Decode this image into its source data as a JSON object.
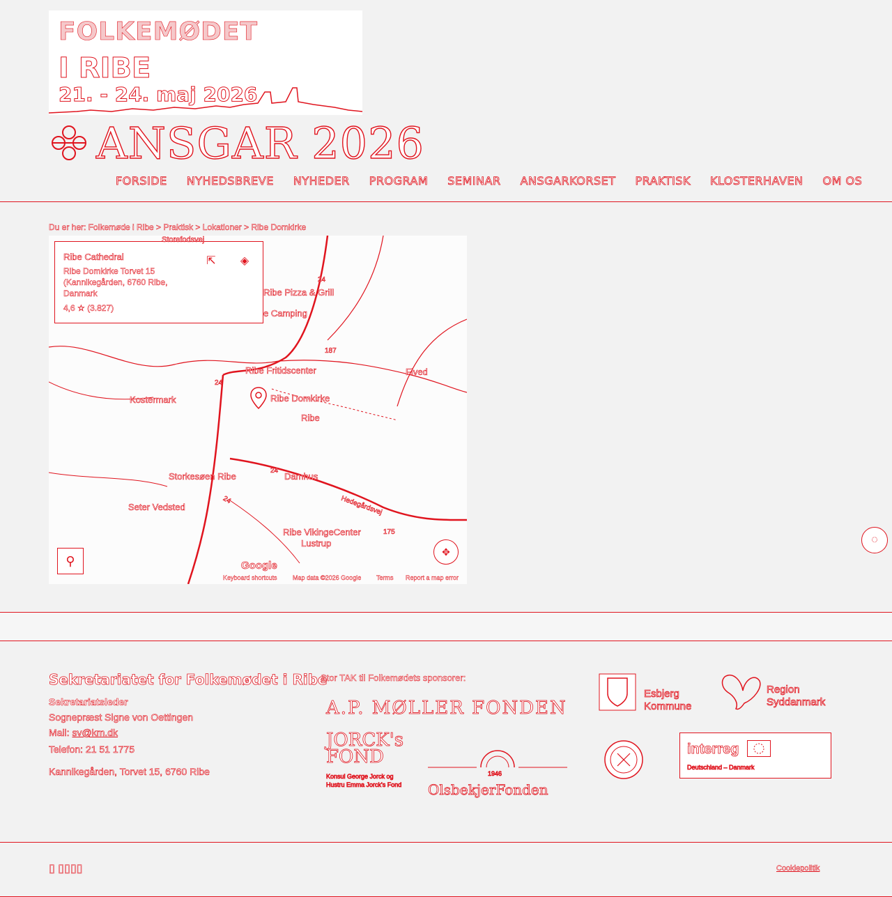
{
  "header": {
    "logo_line1": "FOLKEMØDET",
    "logo_line2": "I RIBE",
    "logo_line3": "21. - 24. maj 2026",
    "ansgar_title": "ANSGAR 2026"
  },
  "nav": [
    "FORSIDE",
    "NYHEDSBREVE",
    "NYHEDER",
    "PROGRAM",
    "SEMINAR",
    "ANSGARKORSET",
    "PRAKTISK",
    "KLOSTERHAVEN",
    "OM OS"
  ],
  "breadcrumb": "Du er her: Folkemøde i Ribe > Praktisk > Lokationer > Ribe Domkirke",
  "map": {
    "card": {
      "title": "Ribe Cathedral",
      "address": "Ribe Domkirke Torvet 15 (Kannikegården, 6760 Ribe, Danmark",
      "rating": "4,6 ☆ (3.827)"
    },
    "labels": {
      "storefoot": "Storefodsvej",
      "pizza": "Ribe Pizza & Grill",
      "camping": "e Camping",
      "fritid": "Ribe Fritidscenter",
      "fived": "Fived",
      "kostermark": "Kostermark",
      "domkirke": "Ribe Domkirke",
      "ribe": "Ribe",
      "storkesoen": "Storkesøen Ribe",
      "damhus": "Damhus",
      "solvedtad": "Seter Vedsted",
      "viking": "Ribe VikingeCenter",
      "lustrup": "Lustrup",
      "hedegaard": "Hedegårdsvej",
      "roadA": "24",
      "roadB": "24",
      "roadC": "24",
      "roadD": "175",
      "roadE": "187",
      "roadF": "24"
    },
    "google": "Google",
    "attributions": [
      "Keyboard shortcuts",
      "Map data ©2026 Google",
      "Terms",
      "Report a map error"
    ]
  },
  "footer": {
    "title": "Sekretariatet for Folkemødet i Ribe",
    "role": "Sekretariatsleder",
    "name": "Sognepræst Signe von Oettingen",
    "mail_label": "Mail: ",
    "mail": "sv@km.dk",
    "phone": "Telefon: 21 51 1775",
    "address": "Kannikegården, Torvet 15, 6760 Ribe",
    "sponsor_heading": "Stor TAK til Folkemødets sponsorer:",
    "sponsors": {
      "apmoller": "A.P. MØLLER FONDEN",
      "jorck1": "JORCK's",
      "jorck2": "FOND",
      "jorck_sub1": "Konsul George Jorck og",
      "jorck_sub2": "Hustru Emma Jorck's Fond",
      "obel_year": "1946",
      "obel": "OlsbekjerFonden",
      "esbjerg1": "Esbjerg",
      "esbjerg2": "Kommune",
      "region1": "Region",
      "region2": "Syddanmark",
      "interreg": "interreg",
      "interreg_sub": "Deutschland – Danmark"
    }
  },
  "bottom": {
    "logo": "▯ ▯▯▯▯",
    "cookie": "Cookiepolitik"
  },
  "colors": {
    "accent": "#e0141e",
    "background": "#f2f2f2"
  }
}
